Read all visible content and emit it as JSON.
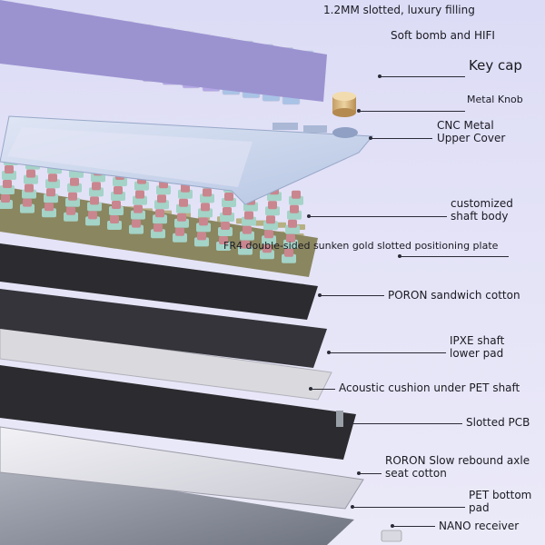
{
  "top_text": {
    "line1": "1.2MM slotted, luxury filling",
    "line2": "Soft bomb and HIFI"
  },
  "labels": [
    {
      "id": "key-cap",
      "lines": [
        "Key cap"
      ]
    },
    {
      "id": "metal-knob",
      "lines": [
        "Metal Knob"
      ]
    },
    {
      "id": "cnc-cover",
      "lines": [
        "CNC Metal",
        "Upper Cover"
      ]
    },
    {
      "id": "shaft-body",
      "lines": [
        "customized",
        "shaft body"
      ]
    },
    {
      "id": "fr4-plate",
      "lines": [
        "FR4 double-sided sunken gold slotted positioning plate"
      ]
    },
    {
      "id": "poron-sandwich",
      "lines": [
        "PORON sandwich cotton"
      ]
    },
    {
      "id": "ixpe-pad",
      "lines": [
        "IPXE shaft",
        "lower pad"
      ]
    },
    {
      "id": "acoustic-cushion",
      "lines": [
        "Acoustic cushion under PET shaft"
      ]
    },
    {
      "id": "slotted-pcb",
      "lines": [
        "Slotted PCB"
      ]
    },
    {
      "id": "poron-slow",
      "lines": [
        "RORON Slow rebound axle",
        "seat cotton"
      ]
    },
    {
      "id": "pet-bottom",
      "lines": [
        "PET bottom",
        "pad"
      ]
    },
    {
      "id": "nano-receiver",
      "lines": [
        "NANO receiver"
      ]
    }
  ],
  "colors": {
    "background": "#dcdcf6",
    "keycap_white": "#f4f4fa",
    "keycap_blue": "#a9c3e6",
    "keycap_purple": "#b4a6e6",
    "switch_pink": "#c9868e",
    "plate_gold": "#b6b083",
    "foam_black": "#2c2c30",
    "case_blue": "#c9d6ec"
  }
}
